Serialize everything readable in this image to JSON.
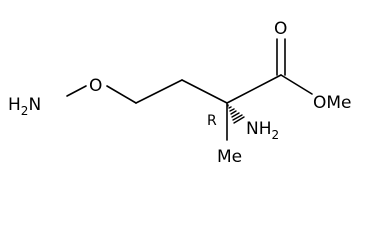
{
  "molecule": {
    "atoms": {
      "amine_left": {
        "main": "H",
        "sub": "2",
        "tail": "N"
      },
      "ether_oxygen": "O",
      "carbonyl_oxygen": "O",
      "ester_group": "OMe",
      "amine_right": {
        "main": "NH",
        "sub": "2"
      },
      "stereo_label": "R",
      "methyl": "Me"
    },
    "bond_color": "#000000",
    "label_color": "#000000"
  }
}
